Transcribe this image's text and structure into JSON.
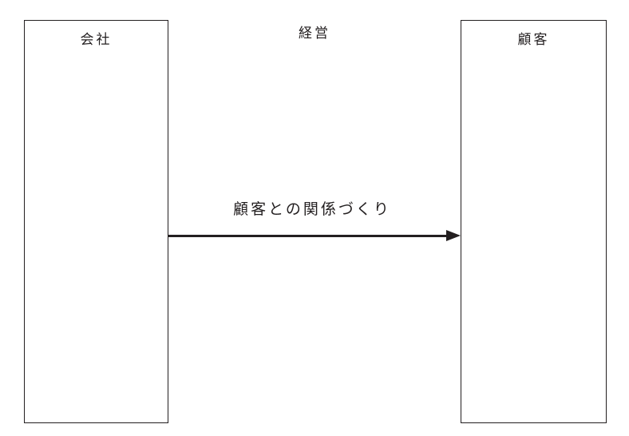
{
  "diagram": {
    "left_box": {
      "label": "会社"
    },
    "center_label": "経営",
    "right_box": {
      "label": "顧客"
    },
    "arrow": {
      "label": "顧客との関係づくり",
      "direction": "left-to-right"
    },
    "colors": {
      "ink": "#231f20",
      "background": "#ffffff"
    }
  }
}
